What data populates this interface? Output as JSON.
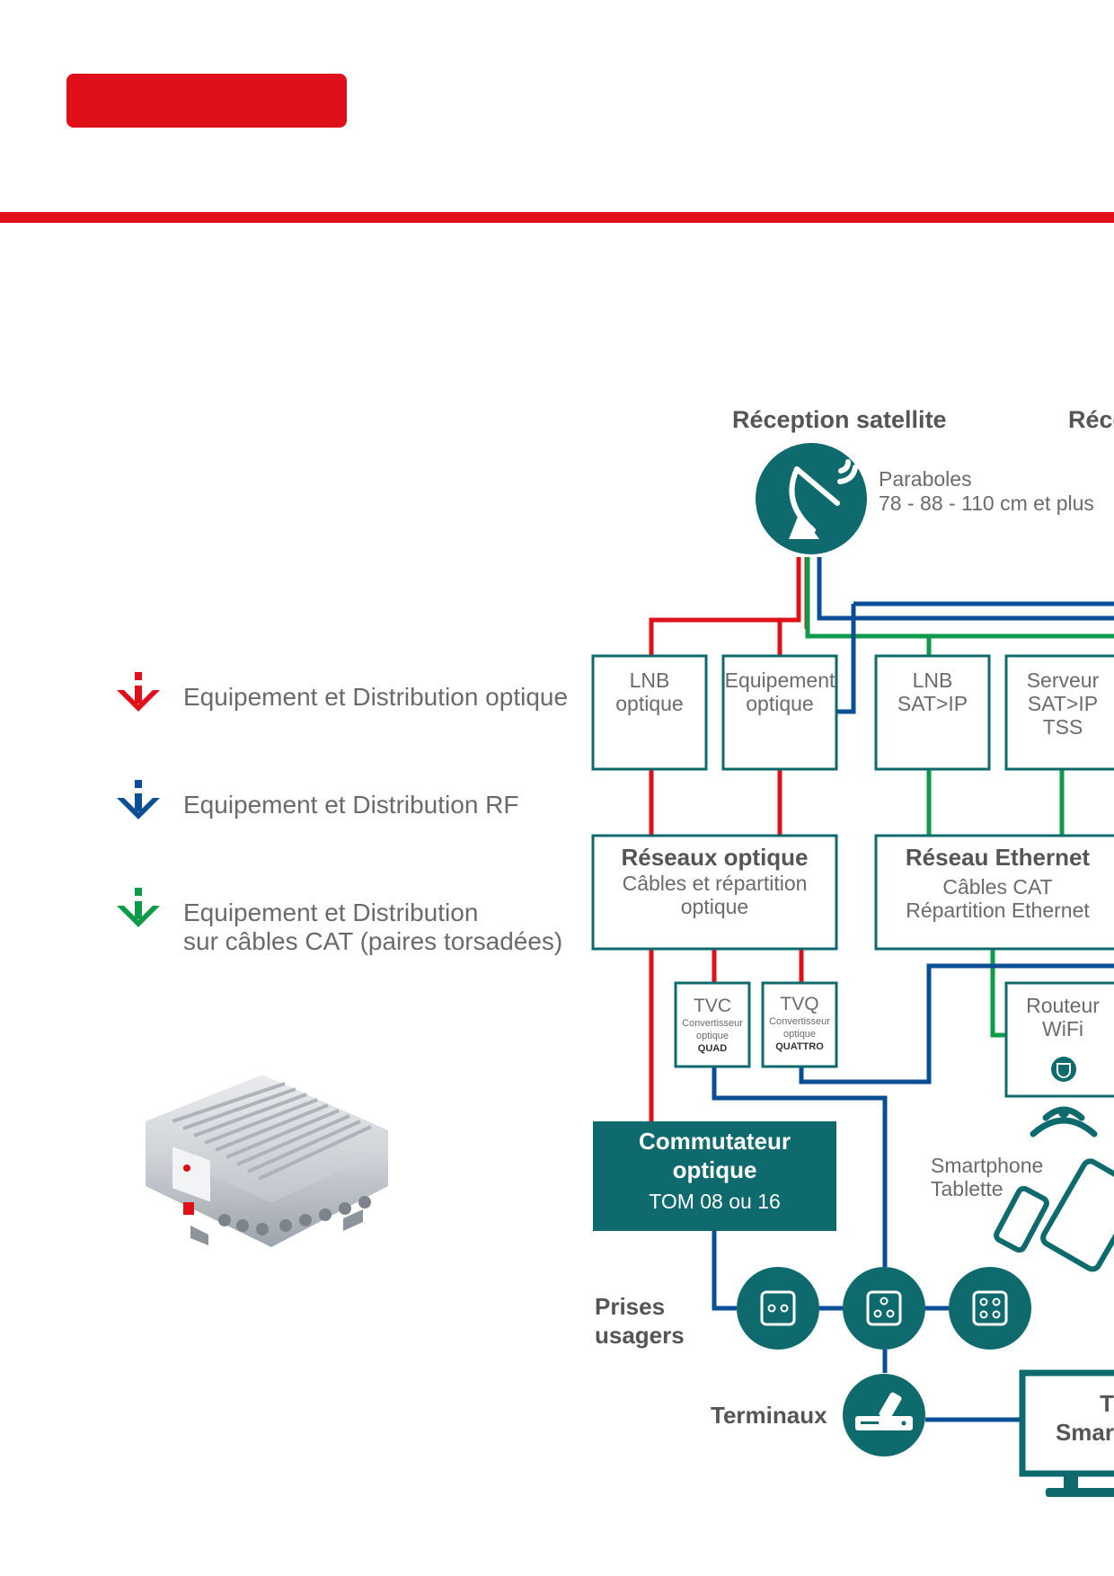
{
  "legend": [
    {
      "label": "Equipement et Distribution optique",
      "color": "#e0101a"
    },
    {
      "label": "Equipement et Distribution RF",
      "color": "#0a4f96"
    },
    {
      "label_line1": "Equipement et Distribution",
      "label_line2": "sur câbles CAT (paires torsadées)",
      "color": "#0e9a48"
    }
  ],
  "diagram": {
    "reception_satellite": "Réception satellite",
    "reception_cut": "Réce",
    "paraboles_line1": "Paraboles",
    "paraboles_line2": "78 - 88 - 110 cm et plus",
    "lnb_optique": [
      "LNB",
      "optique"
    ],
    "equipement_optique": [
      "Equipement",
      "optique"
    ],
    "lnb_satip": [
      "LNB",
      "SAT>IP"
    ],
    "serveur_satip": [
      "Serveur",
      "SAT>IP",
      "TSS"
    ],
    "reseaux_optique_title": "Réseaux optique",
    "reseaux_optique_sub": [
      "Câbles et répartition",
      "optique"
    ],
    "reseau_ethernet_title": "Réseau Ethernet",
    "reseau_ethernet_sub": [
      "Câbles CAT",
      "Répartition Ethernet"
    ],
    "tvc": {
      "name": "TVC",
      "line1": "Convertisseur",
      "line2": "optique",
      "type": "QUAD"
    },
    "tvq": {
      "name": "TVQ",
      "line1": "Convertisseur",
      "line2": "optique",
      "type": "QUATTRO"
    },
    "routeur": [
      "Routeur",
      "WiFi"
    ],
    "commutateur": {
      "line1": "Commutateur",
      "line2": "optique",
      "model": "TOM 08 ou 16"
    },
    "smartphone": [
      "Smartphone",
      "Tablette"
    ],
    "prises": [
      "Prises",
      "usagers"
    ],
    "terminaux": "Terminaux",
    "tv_cut": [
      "T",
      "Smar"
    ]
  },
  "colors": {
    "red": "#e0101a",
    "blue": "#0a4f96",
    "green": "#0e9a48",
    "teal": "#0f6a6e",
    "grey_text": "#6b6b6b"
  }
}
